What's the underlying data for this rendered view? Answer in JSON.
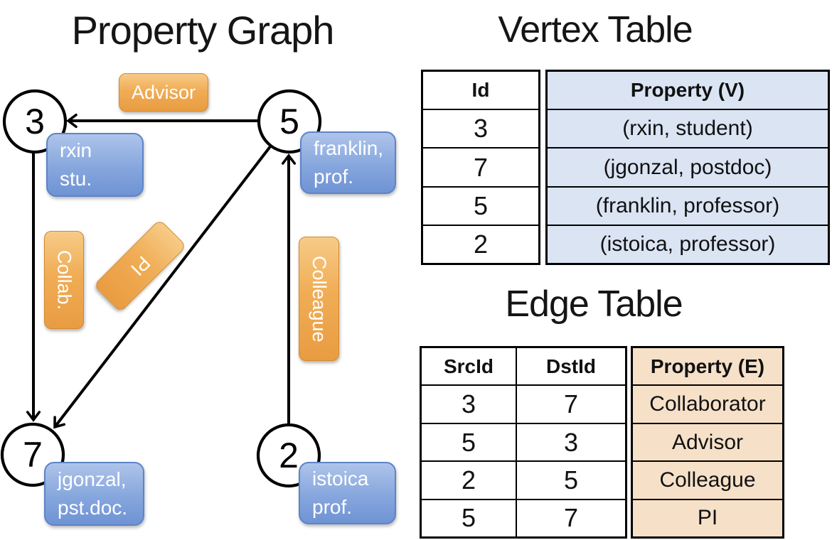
{
  "graph": {
    "title": "Property Graph",
    "nodes": [
      {
        "id": "3",
        "line1": "rxin",
        "line2": "stu."
      },
      {
        "id": "5",
        "line1": "franklin,",
        "line2": "prof."
      },
      {
        "id": "7",
        "line1": "jgonzal,",
        "line2": "pst.doc."
      },
      {
        "id": "2",
        "line1": "istoica",
        "line2": "prof."
      }
    ],
    "edges": [
      {
        "src": "5",
        "dst": "3",
        "label": "Advisor"
      },
      {
        "src": "3",
        "dst": "7",
        "label": "Collab."
      },
      {
        "src": "5",
        "dst": "7",
        "label": "PI"
      },
      {
        "src": "2",
        "dst": "5",
        "label": "Colleague"
      }
    ]
  },
  "vertex_table": {
    "title": "Vertex Table",
    "columns": [
      "Id",
      "Property (V)"
    ],
    "rows": [
      [
        "3",
        "(rxin, student)"
      ],
      [
        "7",
        "(jgonzal, postdoc)"
      ],
      [
        "5",
        "(franklin, professor)"
      ],
      [
        "2",
        "(istoica, professor)"
      ]
    ]
  },
  "edge_table": {
    "title": "Edge Table",
    "columns": [
      "SrcId",
      "DstId",
      "Property (E)"
    ],
    "rows": [
      [
        "3",
        "7",
        "Collaborator"
      ],
      [
        "5",
        "3",
        "Advisor"
      ],
      [
        "2",
        "5",
        "Colleague"
      ],
      [
        "5",
        "7",
        "PI"
      ]
    ]
  },
  "colors": {
    "edge_label_orange_top": "#f7cb88",
    "edge_label_orange_bottom": "#e99c42",
    "node_label_blue_top": "#aec4ea",
    "node_label_blue_bottom": "#6f93d4",
    "vertex_cell_blue": "#dae4f3",
    "edge_cell_tan": "#f6e0c8"
  }
}
